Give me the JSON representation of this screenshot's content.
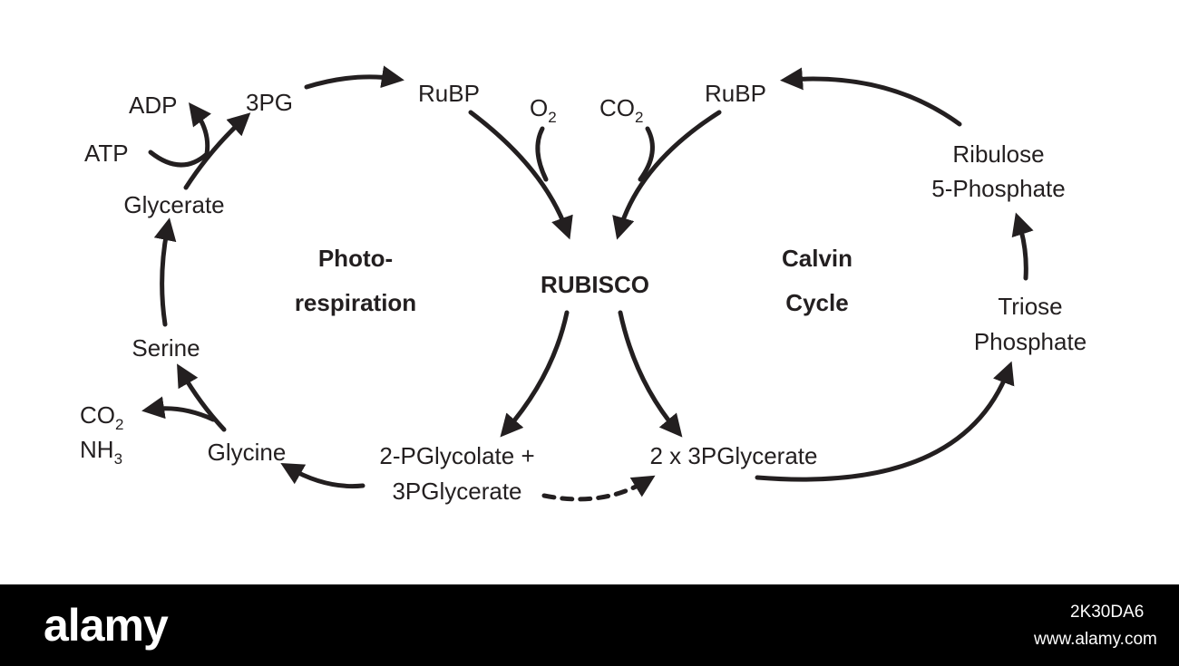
{
  "diagram": {
    "center": "RUBISCO",
    "left_cycle": {
      "line1": "Photo-",
      "line2": "respiration"
    },
    "right_cycle": {
      "line1": "Calvin",
      "line2": "Cycle"
    },
    "nodes": {
      "rubp_left": "RuBP",
      "rubp_right": "RuBP",
      "o2": {
        "main": "O",
        "sub": "2"
      },
      "co2_in": {
        "main": "CO",
        "sub": "2"
      },
      "pg3": "3PG",
      "adp": "ADP",
      "atp": "ATP",
      "glycerate": "Glycerate",
      "serine": "Serine",
      "glycine": "Glycine",
      "co2_out": {
        "main": "CO",
        "sub": "2"
      },
      "nh3": {
        "main": "NH",
        "sub": "3"
      },
      "pglycolate": {
        "line1": "2-PGlycolate +",
        "line2": "3PGlycerate"
      },
      "pglycerate2": "2 x 3PGlycerate",
      "triose": {
        "line1": "Triose",
        "line2": "Phosphate"
      },
      "ribulose": {
        "line1": "Ribulose",
        "line2": "5-Phosphate"
      }
    }
  },
  "footer": {
    "brand": "alamy",
    "image_id": "2K30DA6",
    "site": "www.alamy.com"
  },
  "colors": {
    "ink": "#231f20",
    "background": "#ffffff",
    "footer": "#000000"
  }
}
